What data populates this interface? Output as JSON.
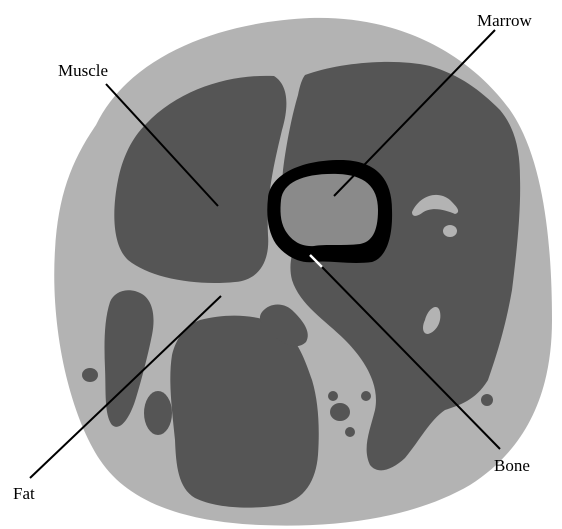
{
  "labels": {
    "muscle": "Muscle",
    "marrow": "Marrow",
    "bone": "Bone",
    "fat": "Fat"
  },
  "colors": {
    "background": "#ffffff",
    "fat": "#b3b3b3",
    "muscle": "#555555",
    "bone": "#000000",
    "marrow": "#8a8a8a",
    "leader_lines": "#000000",
    "bone_marker": "#ffffff"
  }
}
